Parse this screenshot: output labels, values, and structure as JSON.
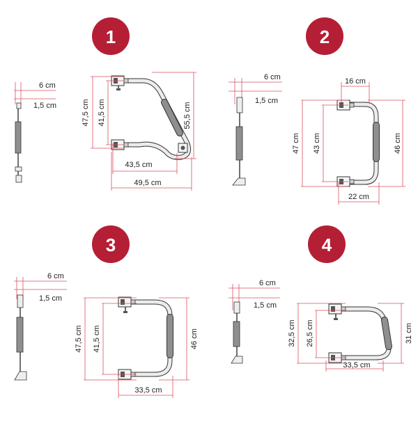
{
  "colors": {
    "accent": "#b41f36",
    "dimension_line": "#d9515f",
    "tube": "#e7e7e7",
    "grip": "#8f8f8f",
    "outline": "#333333"
  },
  "panels": [
    {
      "number": "1",
      "side": {
        "top_width": "6 cm",
        "offset": "1,5 cm"
      },
      "dims": {
        "left_outer": "47,5 cm",
        "left_inner": "41,5 cm",
        "right": "55,5 cm",
        "bottom_inner": "43,5 cm",
        "bottom_outer": "49,5 cm"
      }
    },
    {
      "number": "2",
      "side": {
        "top_width": "6 cm",
        "offset": "1,5 cm"
      },
      "dims": {
        "top": "16 cm",
        "left_outer": "47 cm",
        "left_inner": "43 cm",
        "right": "46 cm",
        "bottom": "22 cm"
      }
    },
    {
      "number": "3",
      "side": {
        "top_width": "6 cm",
        "offset": "1,5 cm"
      },
      "dims": {
        "left_outer": "47,5 cm",
        "left_inner": "41,5 cm",
        "right": "46 cm",
        "bottom": "33,5 cm"
      }
    },
    {
      "number": "4",
      "side": {
        "top_width": "6 cm",
        "offset": "1,5 cm"
      },
      "dims": {
        "left_outer": "32,5 cm",
        "left_inner": "26,5 cm",
        "right": "31 cm",
        "bottom": "33,5 cm"
      }
    }
  ]
}
